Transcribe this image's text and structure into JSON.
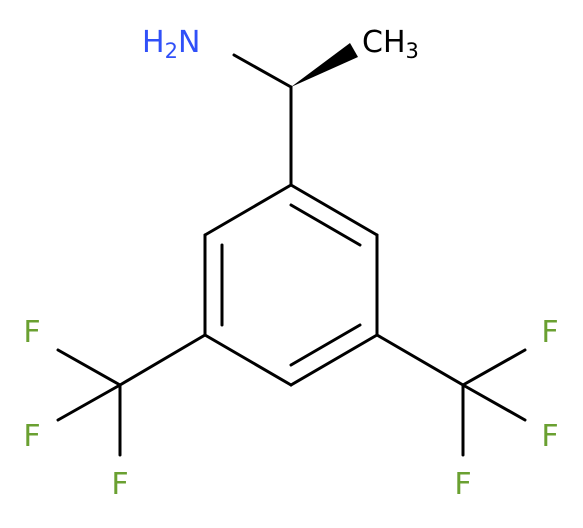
{
  "molecule": {
    "atoms": {
      "amine": {
        "main": "H",
        "sub": "2",
        "tail": "N"
      },
      "methyl": {
        "main": "CH",
        "sub": "3"
      },
      "f_left_top": "F",
      "f_left_mid": "F",
      "f_left_bottom": "F",
      "f_right_top": "F",
      "f_right_mid": "F",
      "f_right_bottom": "F"
    },
    "colors": {
      "bond": "#000000",
      "nitrogen": "#3050f8",
      "fluorine": "#6aa031",
      "carbon_label": "#000000",
      "background": "#ffffff"
    }
  }
}
